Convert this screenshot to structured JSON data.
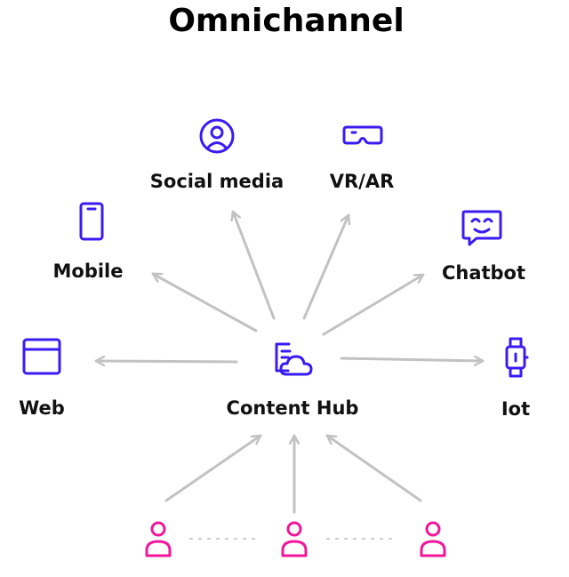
{
  "title": "Omnichannel",
  "hub": {
    "label": "Content Hub",
    "icon": "document-cloud-icon"
  },
  "channels": [
    {
      "id": "social-media",
      "label": "Social media",
      "icon": "user-broadcast-icon"
    },
    {
      "id": "vr-ar",
      "label": "VR/AR",
      "icon": "vr-headset-icon"
    },
    {
      "id": "mobile",
      "label": "Mobile",
      "icon": "smartphone-icon"
    },
    {
      "id": "chatbot",
      "label": "Chatbot",
      "icon": "chat-smiley-icon"
    },
    {
      "id": "web",
      "label": "Web",
      "icon": "browser-window-icon"
    },
    {
      "id": "iot",
      "label": "Iot",
      "icon": "smartwatch-icon"
    }
  ],
  "contributors": [
    {
      "icon": "person-icon"
    },
    {
      "icon": "person-icon"
    },
    {
      "icon": "person-icon"
    }
  ],
  "colors": {
    "accent": "#3a1cf2",
    "person": "#f0169a",
    "arrow": "#c2c2c2",
    "text": "#111111"
  }
}
